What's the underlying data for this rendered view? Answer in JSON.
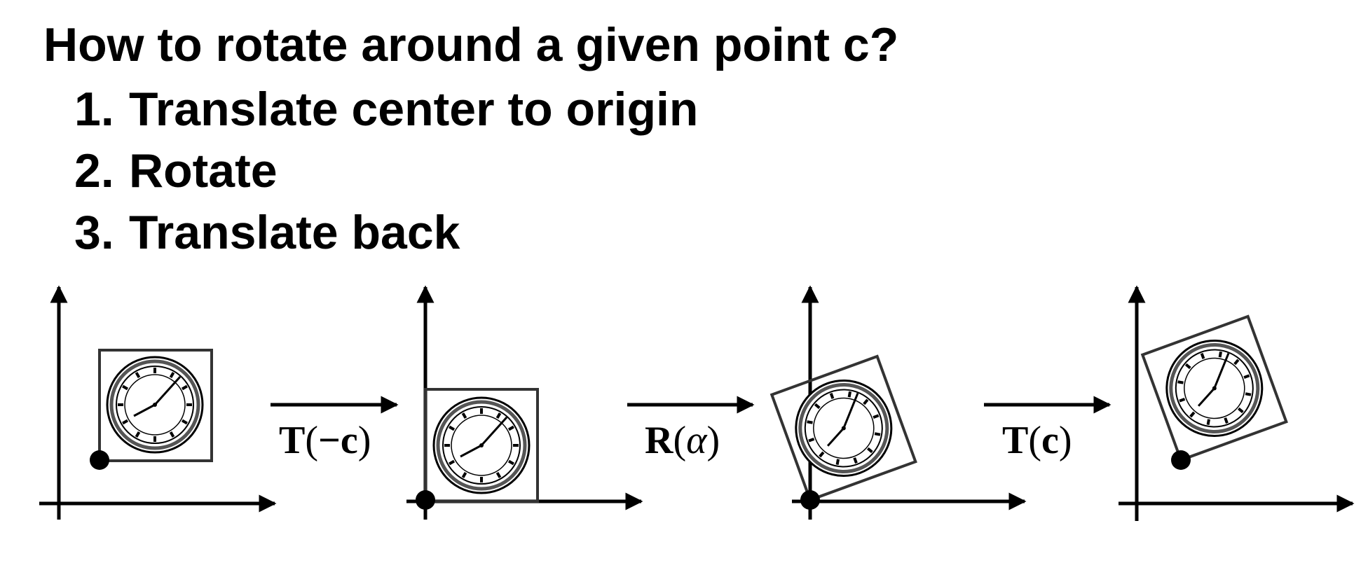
{
  "title": "How to rotate around a given point c?",
  "steps": [
    {
      "number": "1.",
      "text": "Translate center to origin"
    },
    {
      "number": "2.",
      "text": "Rotate"
    },
    {
      "number": "3.",
      "text": "Translate back"
    }
  ],
  "operations": [
    {
      "symbol": "T",
      "argument": "−c"
    },
    {
      "symbol": "R",
      "argument": "α"
    },
    {
      "symbol": "T",
      "argument": "c"
    }
  ],
  "colors": {
    "ink": "#000000",
    "frame": "#333333"
  }
}
